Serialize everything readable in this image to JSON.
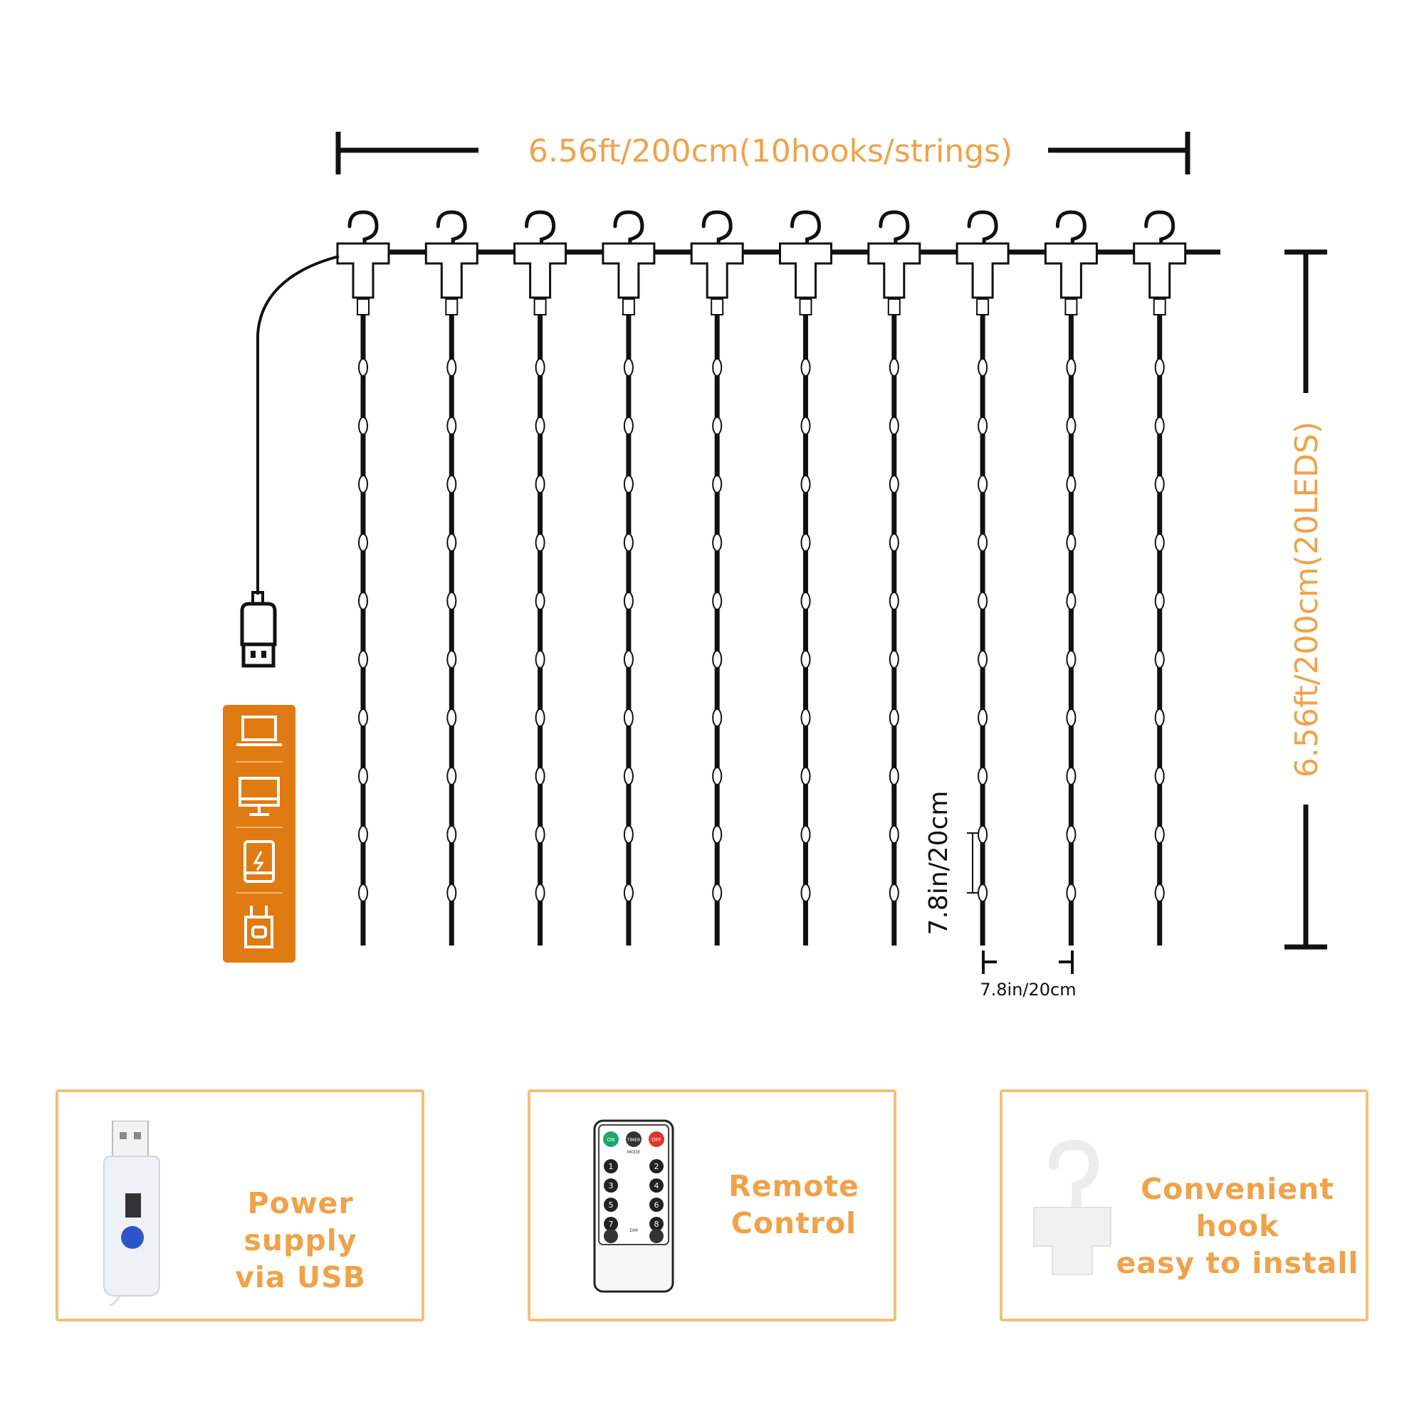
{
  "dimensions": {
    "width_label": "6.56ft/200cm(10hooks/strings)",
    "height_label": "6.56ft/200cm(20LEDS)",
    "led_spacing_label": "7.8in/20cm",
    "string_spacing_label": "7.8in/20cm"
  },
  "strings": {
    "count": 10,
    "leds_per_string_visible": 10
  },
  "power_sources": [
    {
      "icon": "laptop-icon"
    },
    {
      "icon": "monitor-icon"
    },
    {
      "icon": "power-bank-icon"
    },
    {
      "icon": "wall-adapter-icon"
    }
  ],
  "features": [
    {
      "icon": "usb-controller-icon",
      "lines": [
        "Power supply",
        "via USB"
      ]
    },
    {
      "icon": "remote-control-icon",
      "lines": [
        "Remote",
        "Control"
      ]
    },
    {
      "icon": "hook-icon",
      "lines": [
        "Convenient hook",
        "easy to install"
      ]
    }
  ],
  "remote": {
    "top_buttons": [
      "ON",
      "TIMER",
      "OFF"
    ],
    "mode_label": "MODE",
    "number_buttons": [
      "1",
      "2",
      "3",
      "4",
      "5",
      "6",
      "7",
      "8"
    ],
    "dim_label": "DIM"
  },
  "colors": {
    "accent": "#f0a24a",
    "panel": "#e07a12",
    "box_border": "#f3c078",
    "line": "#111111",
    "remote_on": "#1fa86b",
    "remote_off": "#e0342b"
  }
}
